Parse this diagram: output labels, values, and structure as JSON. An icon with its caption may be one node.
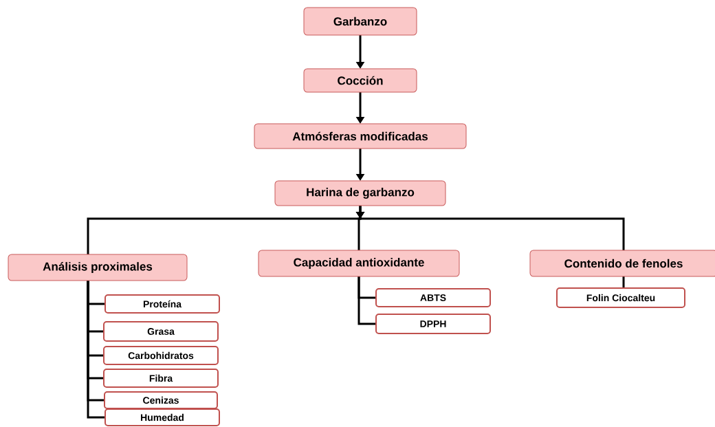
{
  "diagram": {
    "nodes": [
      {
        "text": [
          "Garbanzo"
        ]
      },
      {
        "text": [
          "Cocción"
        ]
      },
      {
        "text": [
          "Atmósferas  modificadas"
        ]
      },
      {
        "text": [
          "Harina de garbanzo"
        ]
      },
      {
        "text": [
          "Análisis proximales"
        ]
      },
      {
        "text": [
          "Capacidad antioxidante"
        ]
      },
      {
        "text": [
          "Contenido de fenoles"
        ]
      },
      {
        "text": [
          "Proteína"
        ]
      },
      {
        "text": [
          "Grasa"
        ]
      },
      {
        "text": [
          "Carbohidratos"
        ]
      },
      {
        "text": [
          "Fibra"
        ]
      },
      {
        "text": [
          "Cenizas"
        ]
      },
      {
        "text": [
          "Humedad"
        ]
      },
      {
        "text": [
          "ABTS"
        ]
      },
      {
        "text": [
          "DPPH"
        ]
      },
      {
        "text": [
          "Folin Ciocalteu"
        ]
      }
    ],
    "edges": [
      {
        "from": 0,
        "to": 1,
        "arrow": "to"
      },
      {
        "from": 1,
        "to": 2,
        "arrow": "to"
      },
      {
        "from": 2,
        "to": 3,
        "arrow": "to"
      },
      {
        "from": 3,
        "to": 4,
        "arrow": "to"
      },
      {
        "from": 3,
        "to": 5,
        "arrow": "to"
      },
      {
        "from": 3,
        "to": 6,
        "arrow": "to"
      },
      {
        "from": 4,
        "to": 7,
        "arrow": "none"
      },
      {
        "from": 4,
        "to": 8,
        "arrow": "none"
      },
      {
        "from": 4,
        "to": 9,
        "arrow": "none"
      },
      {
        "from": 4,
        "to": 10,
        "arrow": "none"
      },
      {
        "from": 4,
        "to": 11,
        "arrow": "none"
      },
      {
        "from": 4,
        "to": 12,
        "arrow": "none"
      },
      {
        "from": 5,
        "to": 13,
        "arrow": "none"
      },
      {
        "from": 5,
        "to": 14,
        "arrow": "none"
      },
      {
        "from": 6,
        "to": 15,
        "arrow": "none"
      }
    ]
  }
}
